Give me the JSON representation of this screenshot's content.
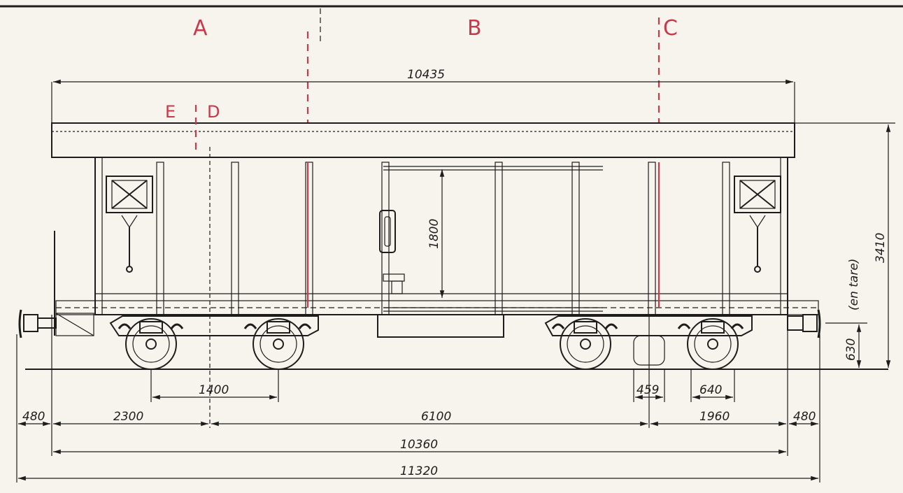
{
  "sections": {
    "A": "A",
    "B": "B",
    "C": "C",
    "D": "D",
    "E": "E"
  },
  "dimensions": {
    "overall_roof_length": "10435",
    "door_height": "1800",
    "total_height": "3410",
    "buffer_height": "630",
    "height_note": "(en tare)",
    "bogie_wheelbase": "1400",
    "center_offset": "459",
    "axle_spacing_right": "640",
    "left_buffer_overhang": "480",
    "left_to_bogie_center": "2300",
    "bogie_center_distance": "6100",
    "right_bogie_to_end": "1960",
    "right_buffer_overhang": "480",
    "body_length": "10360",
    "overall_length": "11320"
  },
  "colors": {
    "ink": "#1d1d1d",
    "section_marks": "#c8394a",
    "paper": "#f6f4ec"
  }
}
